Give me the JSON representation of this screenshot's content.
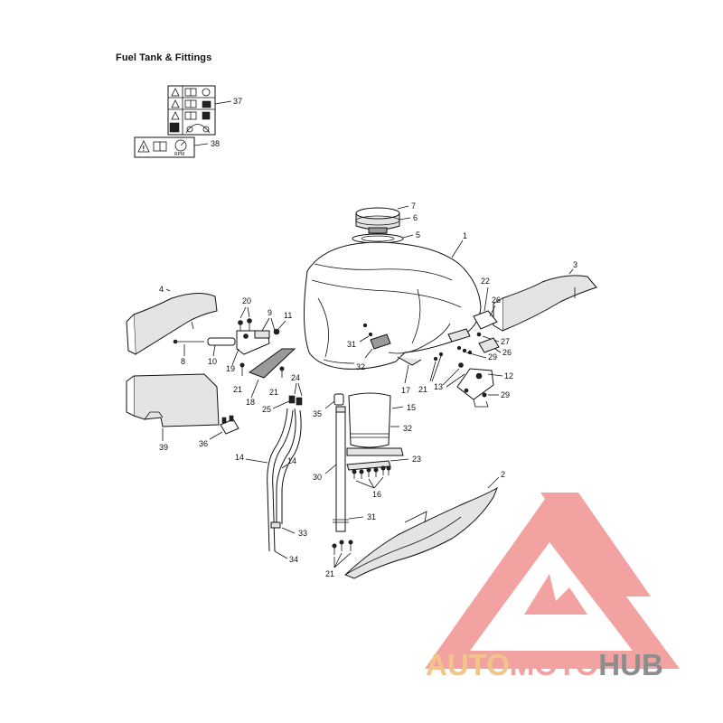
{
  "title": "Fuel Tank & Fittings",
  "decal_rpm": "RPM",
  "colors": {
    "watermark_triangle": "#f3a2a2",
    "watermark_auto": "#f2c489",
    "watermark_moto": "#f2a0a0",
    "watermark_hub": "#8d8d8d"
  },
  "watermark": {
    "auto": "AUTO",
    "moto": "MOTO",
    "hub": "HUB"
  },
  "callouts": {
    "c1": "1",
    "c2": "2",
    "c3": "3",
    "c4": "4",
    "c5": "5",
    "c6": "6",
    "c7": "7",
    "c8": "8",
    "c9": "9",
    "c10": "10",
    "c11": "11",
    "c12": "12",
    "c13": "13",
    "c14a": "14",
    "c14b": "14",
    "c15": "15",
    "c16": "16",
    "c17": "17",
    "c18": "18",
    "c19": "19",
    "c20": "20",
    "c21a": "21",
    "c21b": "21",
    "c21c": "21",
    "c21d": "21",
    "c22": "22",
    "c23": "23",
    "c24": "24",
    "c25": "25",
    "c26a": "26",
    "c26b": "26",
    "c27": "27",
    "c29a": "29",
    "c29b": "29",
    "c30": "30",
    "c31a": "31",
    "c31b": "31",
    "c32a": "32",
    "c32b": "32",
    "c33": "33",
    "c34": "34",
    "c35": "35",
    "c36": "36",
    "c37": "37",
    "c38": "38",
    "c39": "39"
  }
}
